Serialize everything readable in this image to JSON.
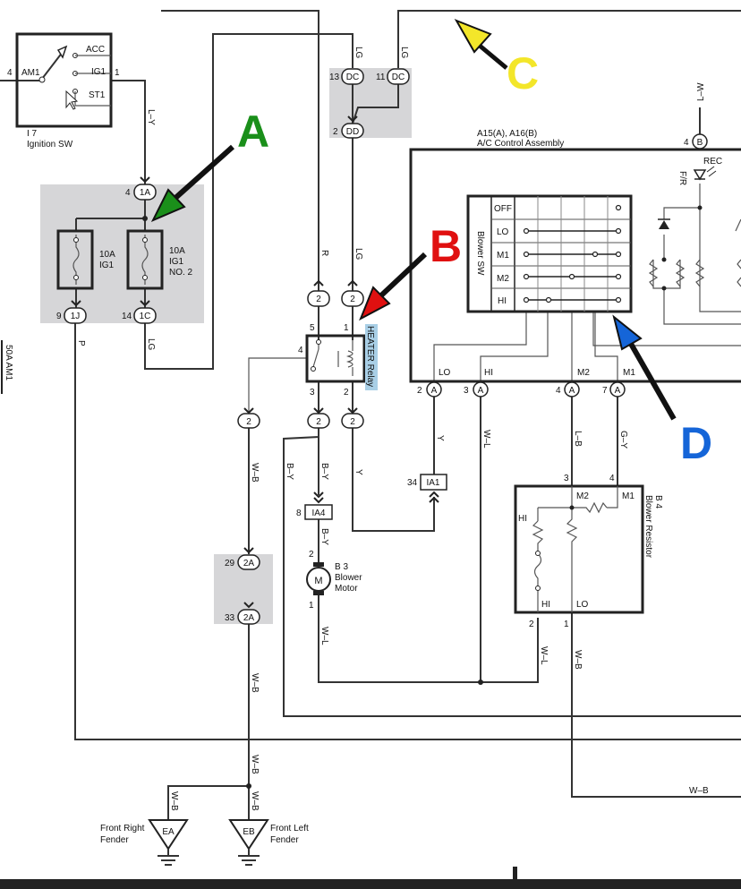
{
  "colors": {
    "a": "#1a8f1a",
    "b": "#e01010",
    "c": "#f3e62a",
    "d": "#1565d8",
    "shade": "#d6d6d8",
    "relay_label": "#a9cfe6"
  },
  "callouts": {
    "a": "A",
    "b": "B",
    "c": "C",
    "d": "D"
  },
  "ignition": {
    "ref": "I 7",
    "name": "Ignition SW",
    "acc": "ACC",
    "ig1": "IG1",
    "st1": "ST1",
    "am1": "AM1",
    "pin_in": "4",
    "pin_out": "1"
  },
  "fuses": {
    "f1_amp": "10A",
    "f1_name": "IG1",
    "f2_amp": "10A",
    "f2_name": "IG1",
    "f2_sub": "NO. 2",
    "side_label": "50A AM1"
  },
  "connectors": {
    "c1a": "1A",
    "c1a_pin": "4",
    "c1j": "1J",
    "c1j_pin": "9",
    "c1c": "1C",
    "c1c_pin": "14",
    "dc_a": "DC",
    "dc_a_pin": "13",
    "dc_b": "DC",
    "dc_b_pin": "11",
    "dd": "DD",
    "dd_pin": "2",
    "c2": "2",
    "c2a": "2A",
    "c2a_pin1": "29",
    "c2a_pin2": "33",
    "ia1": "IA1",
    "ia1_pin": "34",
    "ia4": "IA4",
    "ia4_pin": "8",
    "b": "B",
    "b_pin": "4",
    "a": "A",
    "a_pins": [
      "2",
      "3",
      "4",
      "7"
    ]
  },
  "wires": {
    "ly": "L–Y",
    "lg": "LG",
    "r": "R",
    "p": "P",
    "wb": "W–B",
    "by": "B–Y",
    "y": "Y",
    "wl": "W–L",
    "lb": "L–B",
    "gy": "G–Y",
    "lw": "L–W"
  },
  "relay": {
    "name": "HEATER Relay",
    "pins": [
      "5",
      "1",
      "4",
      "3",
      "2"
    ]
  },
  "ac": {
    "ref": "A15(A), A16(B)",
    "name": "A/C Control Assembly",
    "rec": "REC",
    "fr": "F/R",
    "out_lo": "LO",
    "out_hi": "HI",
    "out_m2": "M2",
    "out_m1": "M1"
  },
  "blower_sw": {
    "title": "Blower SW",
    "rows": [
      "OFF",
      "LO",
      "M1",
      "M2",
      "HI"
    ]
  },
  "motor": {
    "ref": "B 3",
    "name1": "Blower",
    "name2": "Motor",
    "symbol": "M",
    "pin_top": "2",
    "pin_bot": "1"
  },
  "resistor": {
    "ref": "B 4",
    "name": "Blower Resistor",
    "m2": "M2",
    "m1": "M1",
    "hi": "HI",
    "hi_b": "HI",
    "lo": "LO",
    "pins": [
      "3",
      "4",
      "2",
      "1"
    ]
  },
  "grounds": {
    "ea": "EA",
    "ea_name1": "Front Right",
    "ea_name2": "Fender",
    "eb": "EB",
    "eb_name1": "Front Left",
    "eb_name2": "Fender"
  }
}
